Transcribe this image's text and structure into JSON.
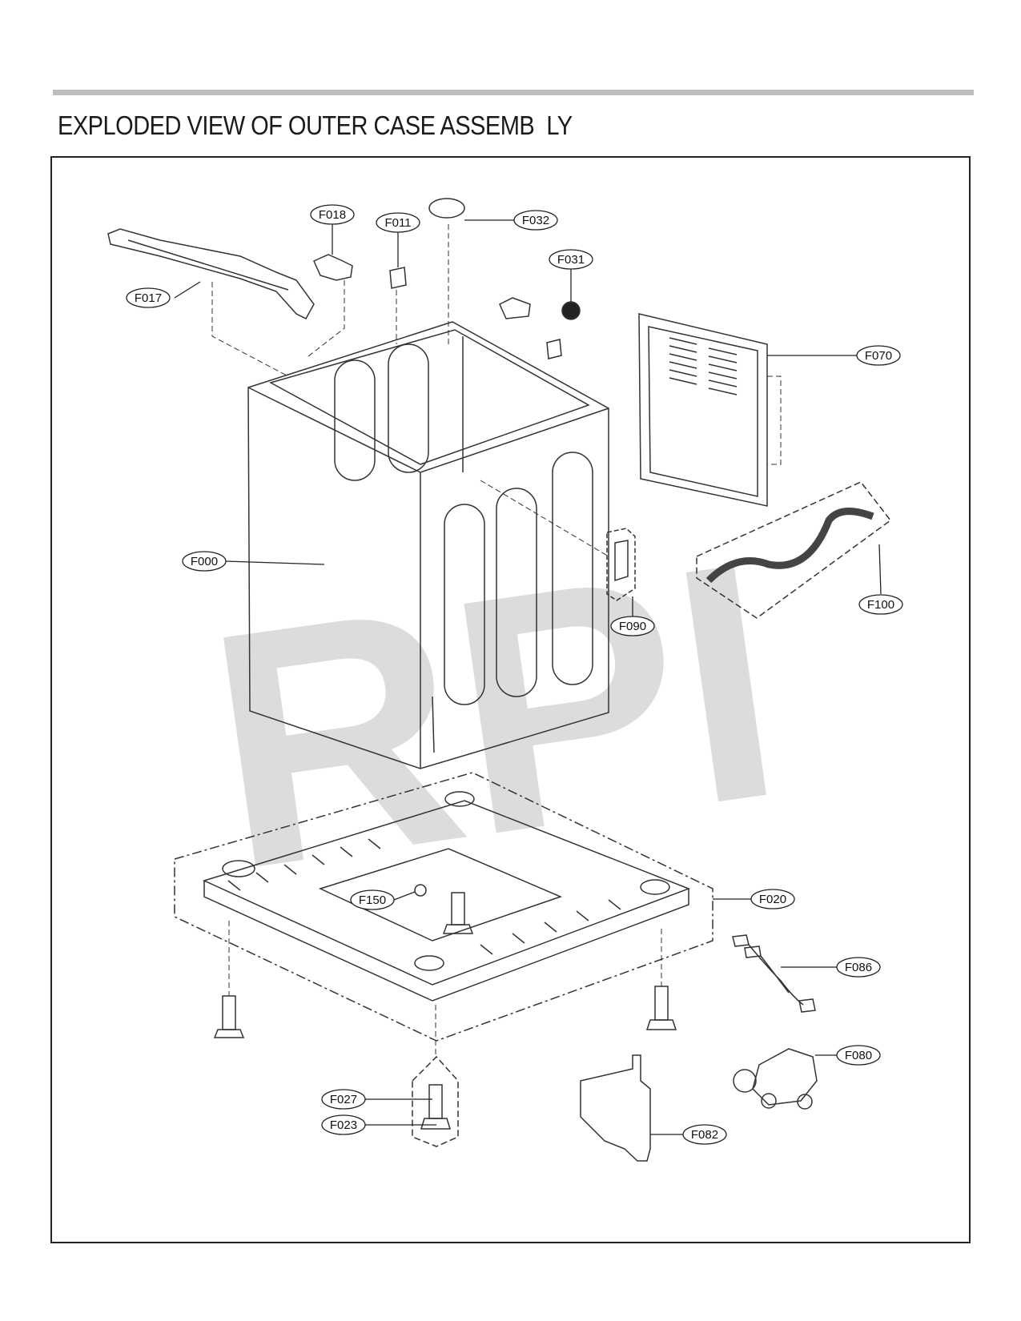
{
  "title": "EXPLODED VIEW OF OUTER CASE ASSEMB  LY",
  "watermark": "RPI",
  "colors": {
    "rule": "#bdbdbd",
    "line": "#222222",
    "watermark": "#d9d9d9"
  },
  "labels": {
    "F017": "F017",
    "F018": "F018",
    "F011": "F011",
    "F032": "F032",
    "F031": "F031",
    "F070": "F070",
    "F000": "F000",
    "F090": "F090",
    "F100": "F100",
    "F020": "F020",
    "F150": "F150",
    "F086": "F086",
    "F080": "F080",
    "F027": "F027",
    "F023": "F023",
    "F082": "F082"
  }
}
